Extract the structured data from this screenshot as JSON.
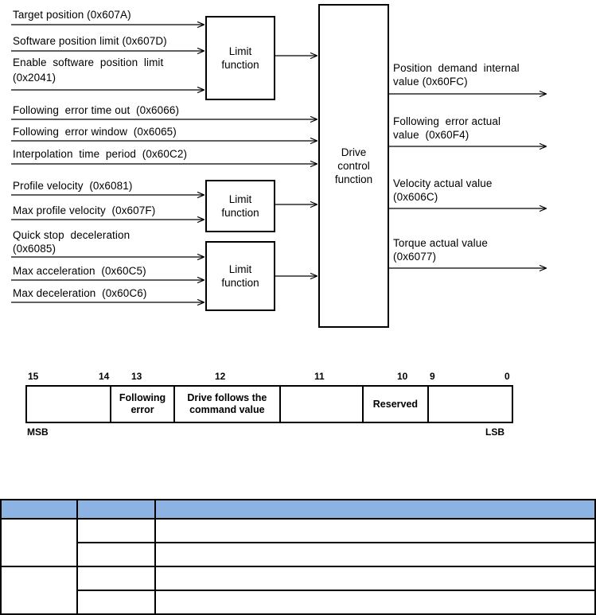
{
  "diagram": {
    "title_semantic": "drive-control-block-diagram",
    "inputs_group1": [
      {
        "id": "target-position",
        "text": "Target position (0x607A)",
        "lines": [
          "Target position (0x607A)"
        ]
      },
      {
        "id": "software-position-limit",
        "text": "Software position limit (0x607D)",
        "lines": [
          "Software position limit (0x607D)"
        ]
      },
      {
        "id": "enable-software-position-limit",
        "text": "Enable software position limit (0x2041)",
        "lines": [
          "Enable  software  position  limit",
          "(0x2041)"
        ]
      }
    ],
    "inputs_group2": [
      {
        "id": "following-error-time-out",
        "text": "Following error time out (0x6066)",
        "lines": [
          "Following  error time out  (0x6066)"
        ]
      },
      {
        "id": "following-error-window",
        "text": "Following error window (0x6065)",
        "lines": [
          "Following  error window  (0x6065)"
        ]
      },
      {
        "id": "interpolation-time-period",
        "text": "Interpolation time period (0x60C2)",
        "lines": [
          "Interpolation  time  period  (0x60C2)"
        ]
      }
    ],
    "inputs_group3": [
      {
        "id": "profile-velocity",
        "text": "Profile velocity (0x6081)",
        "lines": [
          "Profile velocity  (0x6081)"
        ]
      },
      {
        "id": "max-profile-velocity",
        "text": "Max profile velocity (0x607F)",
        "lines": [
          "Max profile velocity  (0x607F)"
        ]
      }
    ],
    "inputs_group4": [
      {
        "id": "quick-stop-deceleration",
        "text": "Quick stop deceleration (0x6085)",
        "lines": [
          "Quick stop  deceleration",
          "(0x6085)"
        ]
      },
      {
        "id": "max-acceleration",
        "text": "Max acceleration (0x60C5)",
        "lines": [
          "Max acceleration  (0x60C5)"
        ]
      },
      {
        "id": "max-deceleration",
        "text": "Max deceleration (0x60C6)",
        "lines": [
          "Max deceleration  (0x60C6)"
        ]
      }
    ],
    "limit_boxes": [
      {
        "id": "limit-function-1",
        "lines": [
          "Limit",
          "function"
        ]
      },
      {
        "id": "limit-function-2",
        "lines": [
          "Limit",
          "function"
        ]
      },
      {
        "id": "limit-function-3",
        "lines": [
          "Limit",
          "function"
        ]
      }
    ],
    "drive_box": {
      "id": "drive-control-function",
      "lines": [
        "Drive",
        "control",
        "function"
      ]
    },
    "outputs": [
      {
        "id": "position-demand-internal-value",
        "text": "Position demand internal value (0x60FC)",
        "lines": [
          "Position  demand  internal",
          "value (0x60FC)"
        ]
      },
      {
        "id": "following-error-actual-value",
        "text": "Following error actual value (0x60F4)",
        "lines": [
          "Following  error actual",
          "value  (0x60F4)"
        ]
      },
      {
        "id": "velocity-actual-value",
        "text": "Velocity actual value (0x606C)",
        "lines": [
          "Velocity actual value",
          "(0x606C)"
        ]
      },
      {
        "id": "torque-actual-value",
        "text": "Torque actual value (0x6077)",
        "lines": [
          "Torque actual value",
          "(0x6077)"
        ]
      }
    ]
  },
  "bitfield": {
    "bit_numbers": [
      "15",
      "14",
      "13",
      "12",
      "11",
      "10",
      "9",
      "0"
    ],
    "cells": [
      {
        "id": "bits-15-14",
        "label": ""
      },
      {
        "id": "bit-13",
        "label": "Following error",
        "lines": [
          "Following",
          "error"
        ]
      },
      {
        "id": "bit-12",
        "label": "Drive follows the command value",
        "lines": [
          "Drive follows the",
          "command value"
        ]
      },
      {
        "id": "bit-11",
        "label": "",
        "lines": [
          ""
        ]
      },
      {
        "id": "bit-10",
        "label": "Reserved",
        "lines": [
          "Reserved"
        ]
      },
      {
        "id": "bits-9-0",
        "label": "",
        "lines": [
          ""
        ]
      }
    ],
    "msb_label": "MSB",
    "lsb_label": "LSB"
  },
  "bottom_table": {
    "header_color": "#8db3e2",
    "border_color": "#000000",
    "columns": [
      "",
      "",
      ""
    ],
    "header_cells": [
      "",
      "",
      ""
    ],
    "rows": [
      {
        "col1": "",
        "col2": "",
        "col3": ""
      },
      {
        "col1": "",
        "col2": "",
        "col3": ""
      },
      {
        "col1": "",
        "col2": "",
        "col3": ""
      },
      {
        "col1": "",
        "col2": "",
        "col3": ""
      }
    ]
  }
}
